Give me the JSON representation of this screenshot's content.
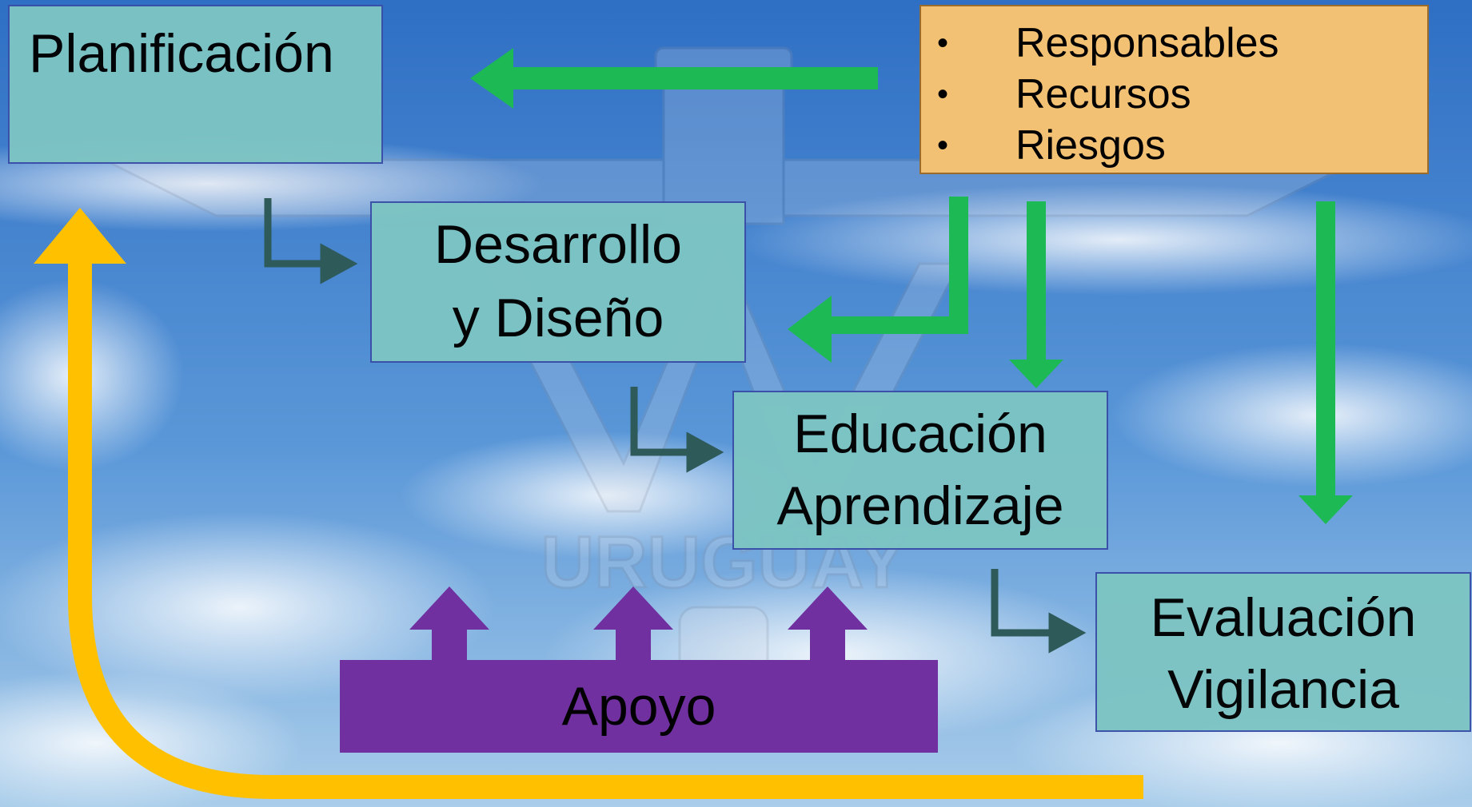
{
  "diagram": {
    "planificacion": {
      "label": "Planificación"
    },
    "desarrollo": {
      "lines": [
        "Desarrollo",
        "y Diseño"
      ]
    },
    "educacion": {
      "lines": [
        "Educación",
        "Aprendizaje"
      ]
    },
    "evaluacion": {
      "lines": [
        "Evaluación",
        "Vigilancia"
      ]
    },
    "resources": {
      "bullet": "•",
      "items": [
        "Responsables",
        "Recursos",
        "Riesgos"
      ]
    },
    "apoyo": {
      "label": "Apoyo"
    },
    "watermark": {
      "text": "URUGUAY"
    }
  },
  "colors": {
    "sky_top": "#2f6fc4",
    "sky_bottom": "#9cc6ea",
    "box_fill": "#7dc4c4",
    "box_border": "#3a4fa8",
    "resources_fill": "#f2c173",
    "green_arrow": "#1db954",
    "dark_arrow": "#2e5a5a",
    "purple": "#7030a0",
    "yellow": "#ffc000"
  }
}
